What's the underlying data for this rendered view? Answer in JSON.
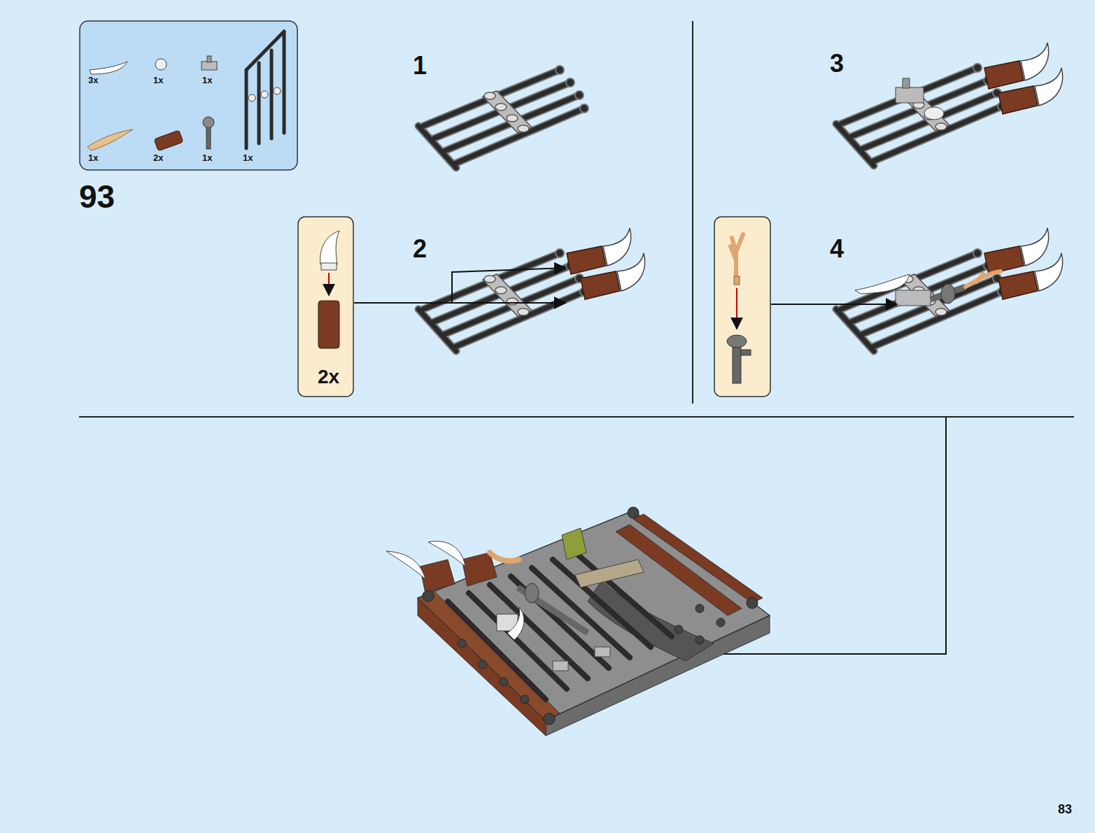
{
  "diagram": {
    "labels": [
      "3x",
      "1x",
      "1x",
      "1x",
      "2x",
      "1x",
      "1x",
      "93",
      "1",
      "2",
      "2x",
      "3",
      "4",
      "83"
    ]
  }
}
